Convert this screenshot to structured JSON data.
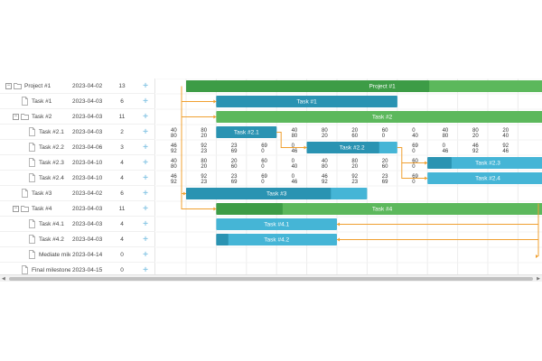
{
  "colors": {
    "project_bar": "#5cb85c",
    "project_progress": "#3d9c46",
    "task_bar": "#45b5d6",
    "task_progress": "#2a93b2",
    "link": "#f0a030",
    "plus": "#8fc9e6"
  },
  "icons": {
    "expand": "folder-icon",
    "file": "file-icon",
    "add": "plus-icon"
  },
  "tasks": [
    {
      "id": "p1",
      "name": "Project #1",
      "start": "2023-04-02",
      "duration": "13",
      "level": 0,
      "type": "project",
      "toggle": "−",
      "bar_label": "Project #1",
      "progress": 0.62
    },
    {
      "id": "t1",
      "name": "Task #1",
      "start": "2023-04-03",
      "duration": "6",
      "level": 1,
      "type": "task",
      "toggle": "",
      "bar_label": "Task #1",
      "progress": 1.0
    },
    {
      "id": "t2",
      "name": "Task #2",
      "start": "2023-04-03",
      "duration": "11",
      "level": 1,
      "type": "project",
      "toggle": "−",
      "bar_label": "Task #2",
      "progress": 0.0
    },
    {
      "id": "t21",
      "name": "Task #2.1",
      "start": "2023-04-03",
      "duration": "2",
      "level": 2,
      "type": "task",
      "toggle": "",
      "bar_label": "Task #2.1",
      "progress": 1.0
    },
    {
      "id": "t22",
      "name": "Task #2.2",
      "start": "2023-04-06",
      "duration": "3",
      "level": 2,
      "type": "task",
      "toggle": "",
      "bar_label": "Task #2.2",
      "progress": 0.8
    },
    {
      "id": "t23",
      "name": "Task #2.3",
      "start": "2023-04-10",
      "duration": "4",
      "level": 2,
      "type": "task",
      "toggle": "",
      "bar_label": "Task #2.3",
      "progress": 0.2
    },
    {
      "id": "t24",
      "name": "Task #2.4",
      "start": "2023-04-10",
      "duration": "4",
      "level": 2,
      "type": "task",
      "toggle": "",
      "bar_label": "Task #2.4",
      "progress": 0.0
    },
    {
      "id": "t3",
      "name": "Task #3",
      "start": "2023-04-02",
      "duration": "6",
      "level": 1,
      "type": "task",
      "toggle": "",
      "bar_label": "Task #3",
      "progress": 0.8
    },
    {
      "id": "t4",
      "name": "Task #4",
      "start": "2023-04-03",
      "duration": "11",
      "level": 1,
      "type": "project",
      "toggle": "−",
      "bar_label": "Task #4",
      "progress": 0.2
    },
    {
      "id": "t41",
      "name": "Task #4.1",
      "start": "2023-04-03",
      "duration": "4",
      "level": 2,
      "type": "task",
      "toggle": "",
      "bar_label": "Task #4.1",
      "progress": 0.0
    },
    {
      "id": "t42",
      "name": "Task #4.2",
      "start": "2023-04-03",
      "duration": "4",
      "level": 2,
      "type": "task",
      "toggle": "",
      "bar_label": "Task #4.2",
      "progress": 0.1
    },
    {
      "id": "m1",
      "name": "Mediate mile",
      "start": "2023-04-14",
      "duration": "0",
      "level": 2,
      "type": "milestone",
      "toggle": "",
      "bar_label": "",
      "progress": 0
    },
    {
      "id": "m2",
      "name": "Final milestone",
      "start": "2023-04-15",
      "duration": "0",
      "level": 1,
      "type": "milestone",
      "toggle": "",
      "bar_label": "",
      "progress": 0
    }
  ],
  "cell_values": {
    "Task #2.1": [
      "40",
      "80",
      "20",
      "0",
      "40",
      "80",
      "20",
      "60",
      "0",
      "40",
      "80",
      "20"
    ],
    "Task #2.2": [
      "46",
      "92",
      "23",
      "69",
      "0",
      "46",
      "92",
      "23",
      "69",
      "0",
      "46",
      "92"
    ],
    "Task #2.3": [
      "40",
      "80",
      "20",
      "60",
      "0",
      "40",
      "80",
      "20",
      "60",
      "0",
      "40",
      "80"
    ],
    "Task #2.4": [
      "46",
      "92",
      "23",
      "69",
      "0",
      "46",
      "92",
      "23",
      "69",
      "0",
      "46",
      "92"
    ]
  }
}
